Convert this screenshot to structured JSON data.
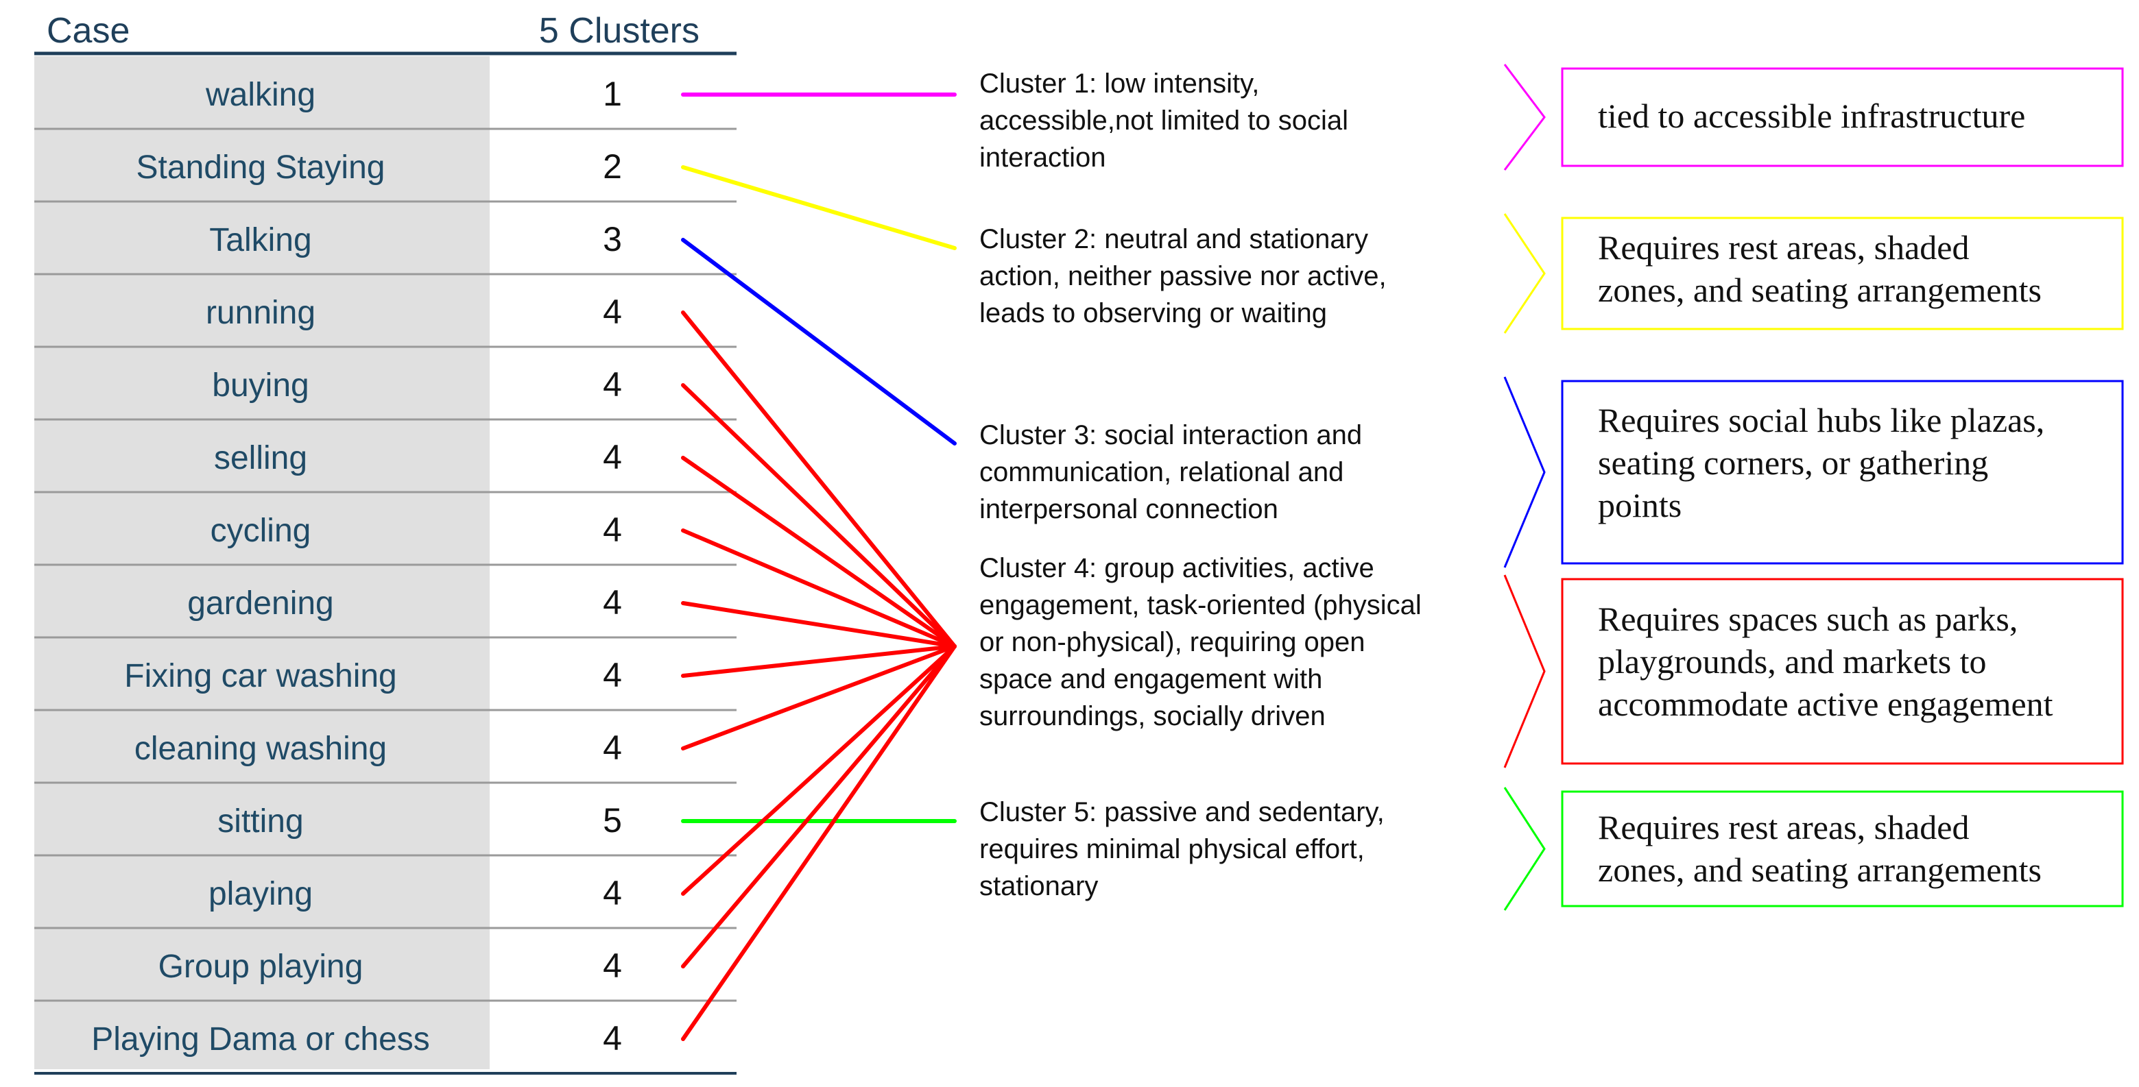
{
  "table": {
    "header_case": "Case",
    "header_clusters": "5 Clusters",
    "rows": [
      {
        "case": "walking",
        "cluster": "1"
      },
      {
        "case": "Standing Staying",
        "cluster": "2"
      },
      {
        "case": "Talking",
        "cluster": "3"
      },
      {
        "case": "running",
        "cluster": "4"
      },
      {
        "case": "buying",
        "cluster": "4"
      },
      {
        "case": "selling",
        "cluster": "4"
      },
      {
        "case": "cycling",
        "cluster": "4"
      },
      {
        "case": "gardening",
        "cluster": "4"
      },
      {
        "case": "Fixing car washing",
        "cluster": "4"
      },
      {
        "case": "cleaning washing",
        "cluster": "4"
      },
      {
        "case": "sitting",
        "cluster": "5"
      },
      {
        "case": "playing",
        "cluster": "4"
      },
      {
        "case": "Group playing",
        "cluster": "4"
      },
      {
        "case": "Playing Dama or chess",
        "cluster": "4"
      }
    ]
  },
  "clusters": [
    {
      "id": "1",
      "color": "#ff00ff",
      "description_lines": [
        "Cluster 1: low intensity,",
        "accessible,not limited to social",
        "interaction"
      ],
      "requirement_lines": [
        "tied to accessible infrastructure"
      ]
    },
    {
      "id": "2",
      "color": "#ffff00",
      "description_lines": [
        "Cluster 2: neutral and stationary",
        "action, neither passive nor active,",
        "leads to observing or waiting"
      ],
      "requirement_lines": [
        "Requires rest areas, shaded",
        "zones, and seating arrangements"
      ]
    },
    {
      "id": "3",
      "color": "#0000ff",
      "description_lines": [
        "Cluster 3: social interaction and",
        "communication, relational and",
        "interpersonal connection"
      ],
      "requirement_lines": [
        "Requires social hubs like plazas,",
        "seating corners, or gathering",
        "points"
      ]
    },
    {
      "id": "4",
      "color": "#ff0000",
      "description_lines": [
        "Cluster 4: group activities, active",
        "engagement,  task-oriented (physical",
        "or non-physical), requiring open",
        "space and engagement with",
        "surroundings, socially driven"
      ],
      "requirement_lines": [
        "Requires spaces such as parks,",
        "playgrounds, and markets to",
        "accommodate active engagement"
      ]
    },
    {
      "id": "5",
      "color": "#00ff00",
      "description_lines": [
        "Cluster 5: passive and sedentary,",
        "requires minimal physical effort,",
        "stationary"
      ],
      "requirement_lines": [
        "Requires rest areas, shaded",
        "zones, and seating arrangements"
      ]
    }
  ],
  "style": {
    "case_column_bg": "#e0e0e0",
    "rule_color": "#9a9a9a",
    "header_rule_color": "#1f3f5a"
  }
}
